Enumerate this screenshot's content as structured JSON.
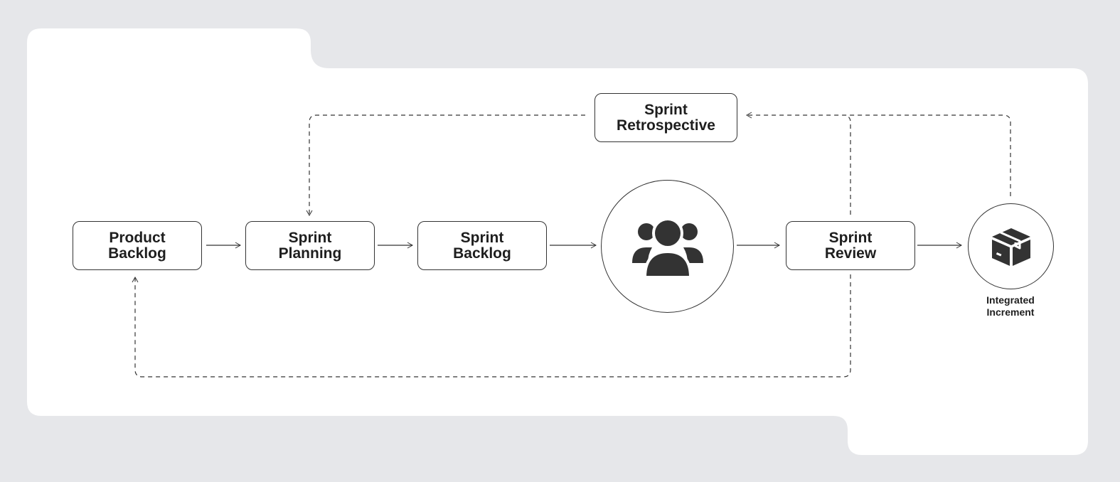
{
  "nodes": {
    "product_backlog": [
      "Product",
      "Backlog"
    ],
    "sprint_planning": [
      "Sprint",
      "Planning"
    ],
    "sprint_backlog": [
      "Sprint",
      "Backlog"
    ],
    "sprint_review": [
      "Sprint",
      "Review"
    ],
    "sprint_retrospective": [
      "Sprint",
      "Retrospective"
    ],
    "integrated_increment": [
      "Integrated",
      "Increment"
    ]
  },
  "icons": {
    "team": "team-icon",
    "increment": "package-icon"
  },
  "colors": {
    "background": "#e6e7ea",
    "panel": "#ffffff",
    "stroke": "#333333",
    "icon": "#333333"
  }
}
